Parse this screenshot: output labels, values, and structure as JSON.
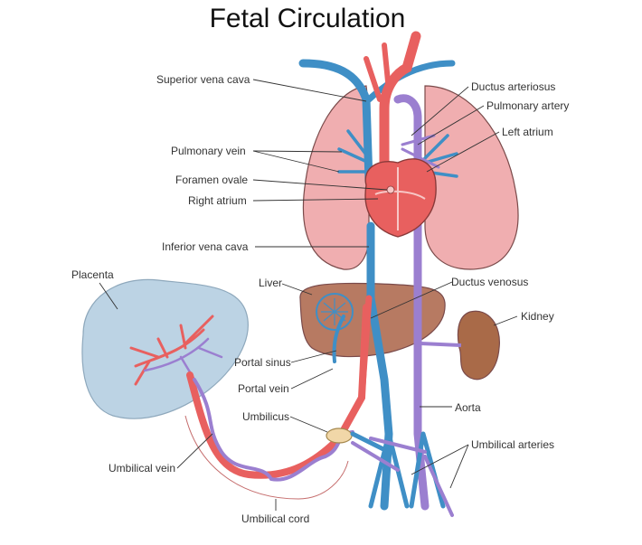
{
  "title": "Fetal Circulation",
  "labels": {
    "superior_vena_cava": "Superior vena cava",
    "ductus_arteriosus": "Ductus arteriosus",
    "pulmonary_artery": "Pulmonary artery",
    "left_atrium": "Left atrium",
    "pulmonary_vein": "Pulmonary vein",
    "foramen_ovale": "Foramen ovale",
    "right_atrium": "Right atrium",
    "inferior_vena_cava": "Inferior vena cava",
    "placenta": "Placenta",
    "liver": "Liver",
    "ductus_venosus": "Ductus venosus",
    "kidney": "Kidney",
    "portal_sinus": "Portal sinus",
    "portal_vein": "Portal vein",
    "umbilicus": "Umbilicus",
    "aorta": "Aorta",
    "umbilical_arteries": "Umbilical arteries",
    "umbilical_vein": "Umbilical vein",
    "umbilical_cord": "Umbilical cord"
  },
  "colors": {
    "oxygenated": "#e8605f",
    "deoxygenated": "#3f8fc6",
    "mixed": "#9b7fd0",
    "lung": "#f0aeb0",
    "liver": "#b77a62",
    "placenta": "#bcd3e4",
    "kidney": "#a96a48"
  }
}
